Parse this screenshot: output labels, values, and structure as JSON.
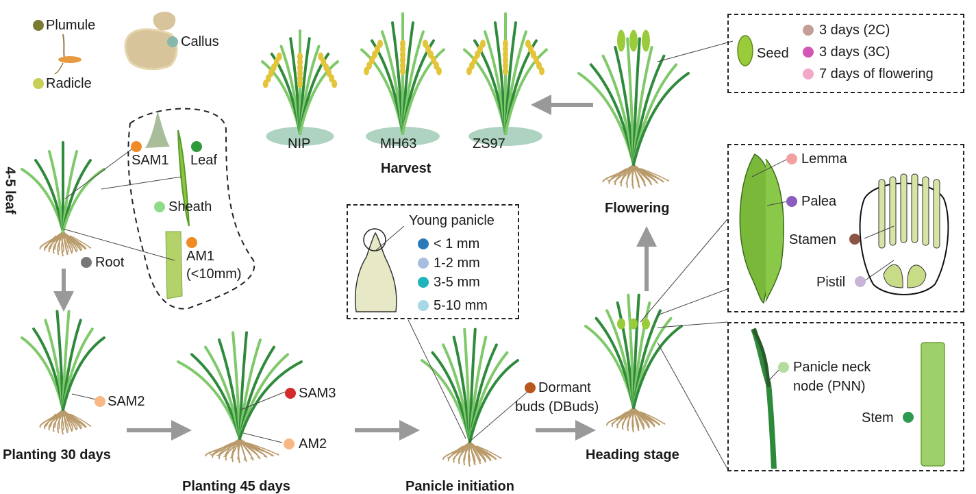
{
  "colors": {
    "plumule": "#7a7a32",
    "radicle": "#c8cf55",
    "callus": "#86b8ad",
    "sam1": "#f08a24",
    "leaf": "#2e9a3a",
    "sheath": "#8fdb8a",
    "am1": "#f08a24",
    "root": "#777777",
    "sam2": "#f7b886",
    "sam3": "#d42a2a",
    "am2": "#f7b886",
    "dormant": "#b8571d",
    "lt1": "#2a7ab8",
    "r12": "#a9bde0",
    "r35": "#1fb4bc",
    "r510": "#a7d8e6",
    "seed2c": "#c49e97",
    "seed3c": "#d456b6",
    "seed7": "#f4a8c8",
    "lemma": "#f4a0a0",
    "palea": "#8a5dbf",
    "stamen": "#8c5444",
    "pistil": "#c9b4d8",
    "pnn": "#b2dd9e",
    "stem": "#2e9a50",
    "plant_dark": "#2f8a3c",
    "plant_light": "#7fc96a",
    "grain": "#e2c53a",
    "root_tan": "#b99a6a"
  },
  "labels": {
    "plumule": "Plumule",
    "radicle": "Radicle",
    "callus": "Callus",
    "leaf_stage": "4-5 leaf",
    "sam1": "SAM1",
    "leaf": "Leaf",
    "sheath": "Sheath",
    "am1": "AM1",
    "am1_size": "(<10mm)",
    "root": "Root",
    "sam2": "SAM2",
    "planting30": "Planting 30 days",
    "sam3": "SAM3",
    "am2": "AM2",
    "planting45": "Planting 45 days",
    "young_panicle": "Young panicle",
    "lt1": "< 1 mm",
    "r12": "1-2 mm",
    "r35": "3-5 mm",
    "r510": "5-10 mm",
    "dormant1": "Dormant",
    "dormant2": "buds (DBuds)",
    "panicle_init": "Panicle initiation",
    "heading": "Heading stage",
    "flowering": "Flowering",
    "nip": "NIP",
    "mh63": "MH63",
    "zs97": "ZS97",
    "harvest": "Harvest",
    "seed": "Seed",
    "seed2c": "3 days (2C)",
    "seed3c": "3 days (3C)",
    "seed7": "7 days of flowering",
    "lemma": "Lemma",
    "palea": "Palea",
    "stamen": "Stamen",
    "pistil": "Pistil",
    "pnn1": "Panicle neck",
    "pnn2": "node (PNN)",
    "stem": "Stem"
  }
}
